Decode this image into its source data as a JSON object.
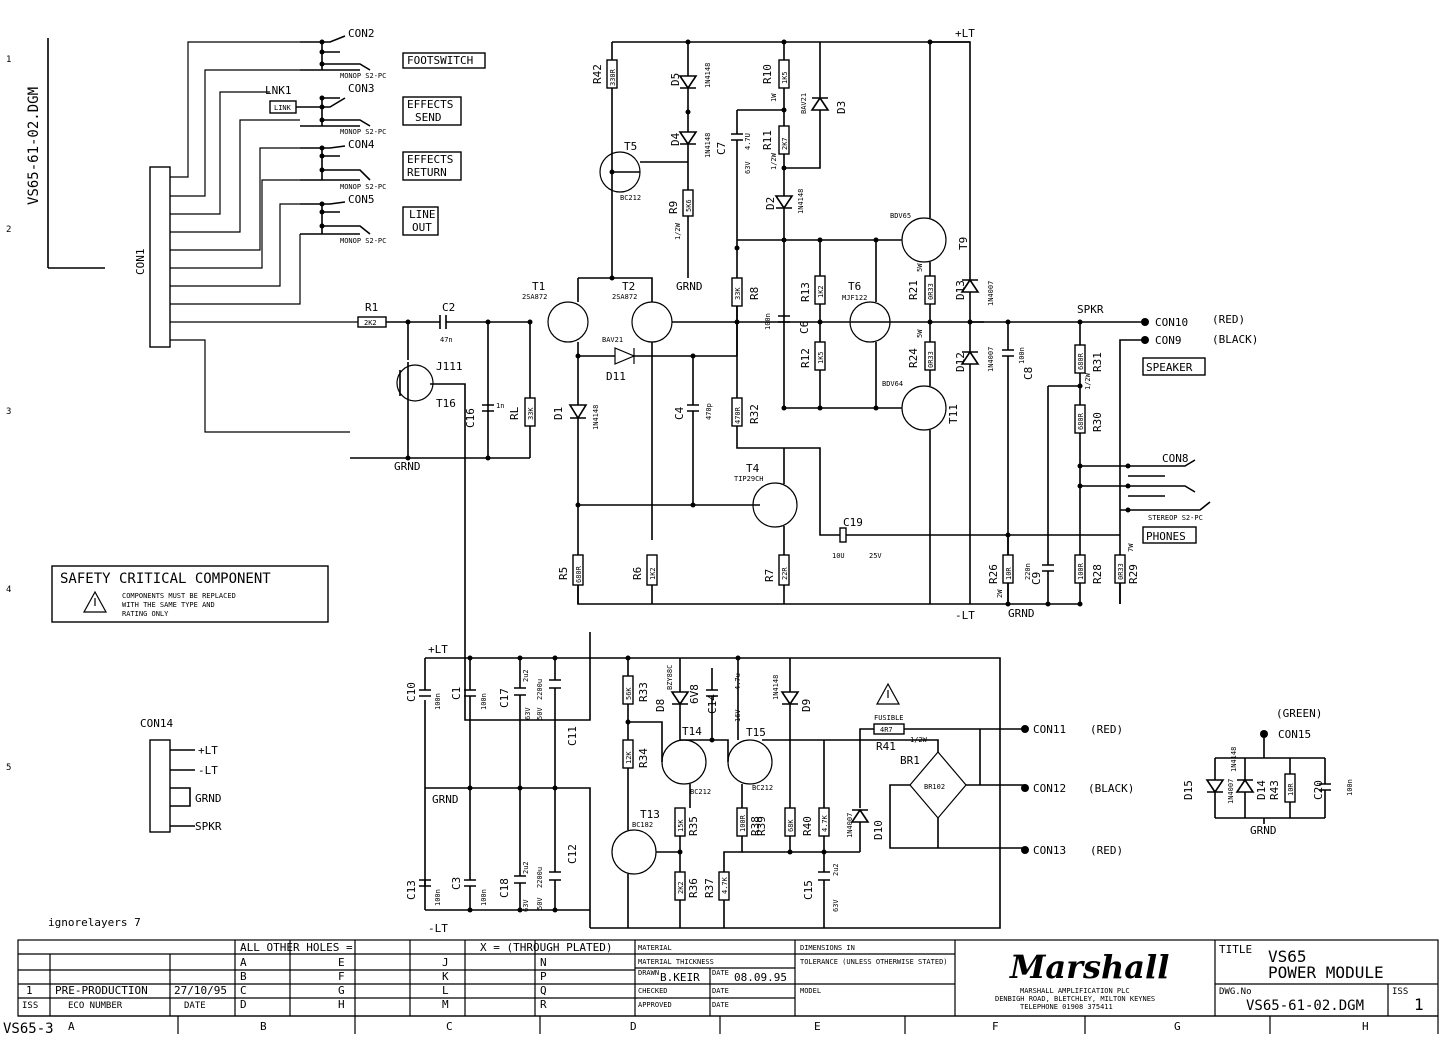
{
  "drawing": {
    "margin_id": "VS65-61-02.DGM",
    "title_label": "TITLE",
    "title_line1": "VS65",
    "title_line2": "POWER MODULE",
    "dwg_label": "DWG.No",
    "dwg_no": "VS65-61-02.DGM",
    "iss_label": "ISS",
    "iss": "1",
    "handwritten_ref": "VS65-3",
    "layers_note": "ignorelayers 7",
    "brand": "Marshall"
  },
  "safety": {
    "heading": "SAFETY CRITICAL COMPONENT",
    "line1": "COMPONENTS MUST BE REPLACED",
    "line2": "WITH THE SAME TYPE AND",
    "line3": "RATING ONLY"
  },
  "jack_labels": {
    "footswitch": "FOOTSWITCH",
    "effects_send_1": "EFFECTS",
    "effects_send_2": "SEND",
    "effects_return_1": "EFFECTS",
    "effects_return_2": "RETURN",
    "line_out_1": "LINE",
    "line_out_2": "OUT",
    "speaker": "SPEAKER",
    "phones": "PHONES",
    "monop": "MONOP  S2-PC",
    "stereop": "STEREOP  S2-PC"
  },
  "connectors": {
    "con1": "CON1",
    "con2": "CON2",
    "con3": "CON3",
    "con4": "CON4",
    "con5": "CON5",
    "lnk1": "LNK1",
    "link": "LINK",
    "con8": "CON8",
    "con9": "CON9",
    "con10": "CON10",
    "con11": "CON11",
    "con12": "CON12",
    "con13": "CON13",
    "con14": "CON14",
    "con15": "CON15",
    "red": "(RED)",
    "black": "(BLACK)",
    "green": "(GREEN)",
    "con14_pins": [
      "+LT",
      "-LT",
      "GRND",
      "SPKR"
    ]
  },
  "nets": {
    "plt": "+LT",
    "mlt": "-LT",
    "grnd": "GRND",
    "spkr": "SPKR"
  },
  "parts": {
    "R1": "R1",
    "R1v": "2K2",
    "C2": "C2",
    "C2v": "47n",
    "J111": "J111",
    "T16": "T16",
    "C16": "C16",
    "C16v": "1n",
    "RL": "RL",
    "RLv": "33K",
    "T1": "T1",
    "T1t": "2SA872",
    "T2": "T2",
    "T2t": "2SA872",
    "R42": "R42",
    "R42v": "330R",
    "D5": "D5",
    "D5t": "1N4148",
    "D4": "D4",
    "D4t": "1N4148",
    "T5": "T5",
    "T5t": "BC212",
    "R9": "R9",
    "R9v": "5K6",
    "R9w": "1/2W",
    "C7": "C7",
    "C7v": "4.7U",
    "C7w": "63V",
    "R10": "R10",
    "R10v": "1K5",
    "R10w": "1W",
    "R11": "R11",
    "R11v": "2K7",
    "R11w": "1/2W",
    "D3": "D3",
    "D3t": "BAV21",
    "D2": "D2",
    "D2t": "1N4148",
    "T9": "T9",
    "T9t": "BDV65",
    "R21": "R21",
    "R21v": "0R33",
    "R21w": "5W",
    "D13": "D13",
    "D13t": "1N4007",
    "R8": "R8",
    "R8v": "33K",
    "R13": "R13",
    "R13v": "1K2",
    "C6": "C6",
    "C6v": "100n",
    "T6": "T6",
    "T6t": "MJF122",
    "R12": "R12",
    "R12v": "1K5",
    "R24": "R24",
    "R24v": "0R33",
    "R24w": "5W",
    "D12": "D12",
    "D12t": "1N4007",
    "C8": "C8",
    "C8v": "100n",
    "T11": "T11",
    "T11t": "BDV64",
    "R31": "R31",
    "R31v": "680R",
    "R31w": "1/2W",
    "R30": "R30",
    "R30v": "680R",
    "D11": "D11",
    "D11t": "BAV21",
    "D1": "D1",
    "D1t": "1N4148",
    "C4": "C4",
    "C4v": "470p",
    "R32": "R32",
    "R32v": "470R",
    "T4": "T4",
    "T4t": "TIP29CH",
    "C19": "C19",
    "C19v": "10U",
    "C19w": "25V",
    "R5": "R5",
    "R5v": "680R",
    "R6": "R6",
    "R6v": "1K2",
    "R7": "R7",
    "R7v": "22R",
    "R26": "R26",
    "R26v": "10R",
    "R26w": "2W",
    "C9": "C9",
    "C9v": "220n",
    "R28": "R28",
    "R28v": "100R",
    "R29": "R29",
    "R29v": "0R33",
    "R29w": "7W",
    "C10": "C10",
    "C10v": "100n",
    "C1": "C1",
    "C1v": "100n",
    "C17": "C17",
    "C17v": "2u2",
    "C17w": "63V",
    "C11": "C11",
    "C11v": "2200u",
    "C11w": "50V",
    "R33": "R33",
    "R33v": "56K",
    "D8": "D8",
    "D8t": "BZY88C",
    "D8v": "6V8",
    "C14": "C14",
    "C14v": "4.7u",
    "C14w": "16V",
    "D9": "D9",
    "D9t": "1N4148",
    "T14": "T14",
    "T14t": "BC212",
    "T15": "T15",
    "T15t": "BC212",
    "R34": "R34",
    "R34v": "12K",
    "R35": "R35",
    "R35v": "15K",
    "R38": "R38",
    "R38v": "100R",
    "R39": "R39",
    "R39v": "68K",
    "R40": "R40",
    "R40v": "4.7K",
    "T13": "T13",
    "T13t": "BC182",
    "R36": "R36",
    "R36v": "2K2",
    "R37": "R37",
    "R37v": "4.7K",
    "C15": "C15",
    "C15v": "2u2",
    "C15w": "63V",
    "D10": "D10",
    "D10t": "1N4007",
    "R41": "R41",
    "R41v": "4R7",
    "R41w": "1/2W",
    "fusible": "FUSIBLE",
    "BR1": "BR1",
    "BR1t": "BR102",
    "C13": "C13",
    "C13v": "100n",
    "C3": "C3",
    "C3v": "100n",
    "C18": "C18",
    "C18v": "2u2",
    "C18w": "63V",
    "C12": "C12",
    "C12v": "2200u",
    "C12w": "50V",
    "D15": "D15",
    "D15t": "1N4007",
    "D14": "D14",
    "D14t": "1N4148",
    "R43": "R43",
    "R43v": "10R",
    "C20": "C20",
    "C20v": "100n"
  },
  "titleblock": {
    "holes": "ALL OTHER HOLES =",
    "through": "X = (THROUGH PLATED)",
    "letters_a": [
      "A",
      "B",
      "C",
      "D"
    ],
    "letters_e": [
      "E",
      "F",
      "G",
      "H"
    ],
    "letters_j": [
      "J",
      "K",
      "L",
      "M"
    ],
    "letters_n": [
      "N",
      "P",
      "Q",
      "R"
    ],
    "rev_no": "1",
    "rev_desc": "PRE-PRODUCTION",
    "rev_date": "27/10/95",
    "iss_h": "ISS",
    "eco_h": "ECO NUMBER",
    "date_h": "DATE",
    "material": "MATERIAL",
    "thickness": "MATERIAL THICKNESS",
    "drawn": "DRAWN",
    "drawn_by": "B.KEIR",
    "date_lbl": "DATE",
    "drawn_date": "08.09.95",
    "checked": "CHECKED",
    "approved": "APPROVED",
    "dimensions": "DIMENSIONS IN",
    "tolerance": "TOLERANCE (UNLESS OTHERWISE STATED)",
    "model": "MODEL",
    "company1": "MARSHALL AMPLIFICATION PLC",
    "company2": "DENBIGH ROAD, BLETCHLEY, MILTON KEYNES",
    "company3": "TELEPHONE 01908 375411"
  },
  "grid": {
    "cols": [
      "A",
      "B",
      "C",
      "D",
      "E",
      "F",
      "G",
      "H"
    ],
    "rows": [
      "1",
      "2",
      "3",
      "4",
      "5"
    ]
  }
}
